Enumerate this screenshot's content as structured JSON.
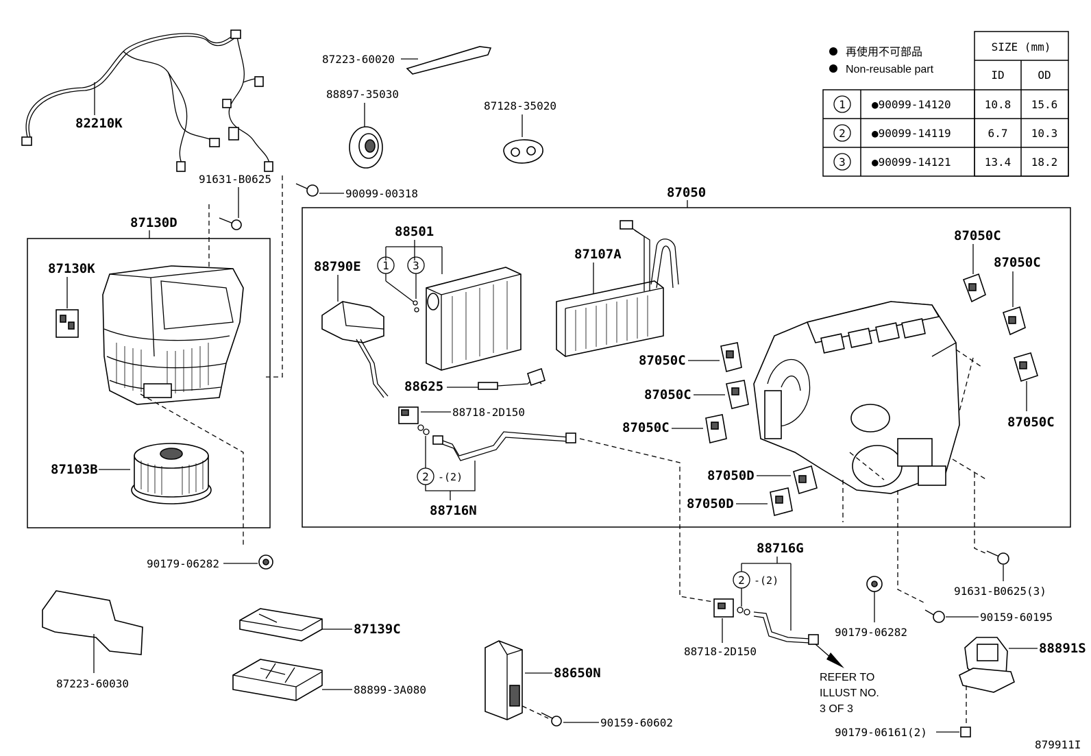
{
  "legend": {
    "dot_jp": "再使用不可部品",
    "dot_en": "Non-reusable part",
    "size_header": "SIZE (mm)",
    "id_header": "ID",
    "od_header": "OD",
    "rows": [
      {
        "index": "1",
        "part": "●90099-14120",
        "id": "10.8",
        "od": "15.6"
      },
      {
        "index": "2",
        "part": "●90099-14119",
        "id": "6.7",
        "od": "10.3"
      },
      {
        "index": "3",
        "part": "●90099-14121",
        "id": "13.4",
        "od": "18.2"
      }
    ]
  },
  "parts": {
    "p82210K": "82210K",
    "p91631_B0625": "91631-B0625",
    "p90099_00318": "90099-00318",
    "p87223_60020": "87223-60020",
    "p88897_35030": "88897-35030",
    "p87128_35020": "87128-35020",
    "p87050": "87050",
    "p87130D": "87130D",
    "p87130K": "87130K",
    "p87103B": "87103B",
    "p90179_06282_a": "90179-06282",
    "p88501": "88501",
    "p88790E": "88790E",
    "p87107A": "87107A",
    "p88625": "88625",
    "p88718_2D150_a": "88718-2D150",
    "p88716N": "88716N",
    "p87050C_1": "87050C",
    "p87050C_2": "87050C",
    "p87050C_3": "87050C",
    "p87050C_4": "87050C",
    "p87050C_5": "87050C",
    "p87050C_6": "87050C",
    "p87050D_1": "87050D",
    "p87050D_2": "87050D",
    "p88716G": "88716G",
    "p88718_2D150_b": "88718-2D150",
    "p90179_06282_b": "90179-06282",
    "p91631_B0625_3": "91631-B0625(3)",
    "p90159_60195": "90159-60195",
    "p88891S": "88891S",
    "p90179_06161_2": "90179-06161(2)",
    "p87223_60030": "87223-60030",
    "p87139C": "87139C",
    "p88899_3A080": "88899-3A080",
    "p88650N": "88650N",
    "p90159_60602": "90159-60602"
  },
  "callouts": {
    "c1": "1",
    "c3": "3",
    "c2a": "2",
    "c2a_qty": "-(2)",
    "c2b": "2",
    "c2b_qty": "-(2)"
  },
  "refer": {
    "line1": "REFER TO",
    "line2": "ILLUST NO.",
    "line3": "3 OF 3"
  },
  "illust_number": "879911I"
}
